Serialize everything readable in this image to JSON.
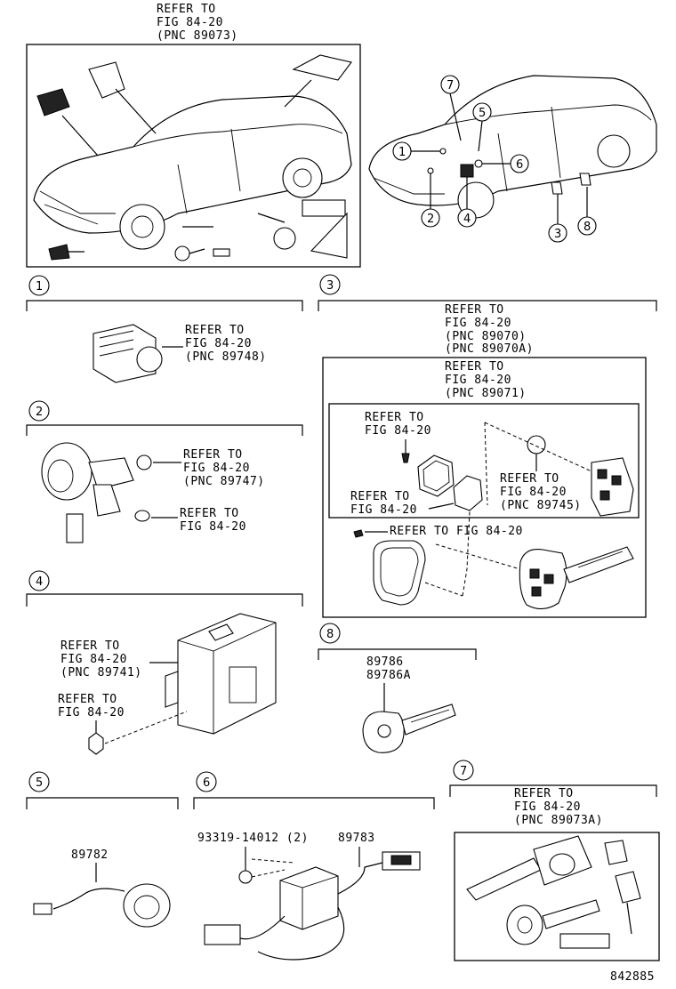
{
  "diagram_number": "842885",
  "overview_refer": [
    "REFER TO",
    "FIG 84-20",
    " (PNC 89073)"
  ],
  "callouts": [
    "1",
    "2",
    "3",
    "4",
    "5",
    "6",
    "7",
    "8"
  ],
  "section_1": {
    "number": "1",
    "refer": [
      "REFER TO",
      "FIG 84-20",
      " (PNC 89748)"
    ]
  },
  "section_2": {
    "number": "2",
    "refer_a": [
      "REFER TO",
      "FIG 84-20",
      " (PNC 89747)"
    ],
    "refer_b": [
      "REFER TO",
      "FIG 84-20"
    ]
  },
  "section_3": {
    "number": "3",
    "refer_outer": [
      "REFER TO",
      "FIG 84-20",
      " (PNC 89070)",
      " (PNC 89070A)"
    ],
    "refer_inner": [
      "REFER TO",
      "FIG 84-20",
      " (PNC 89071)"
    ],
    "refer_screw": [
      "REFER TO",
      "FIG 84-20"
    ],
    "refer_battery": [
      "REFER TO",
      "FIG 84-20",
      " (PNC 89745)"
    ],
    "refer_case": [
      "REFER TO",
      "FIG 84-20"
    ],
    "refer_bottom": "REFER TO FIG 84-20"
  },
  "section_4": {
    "number": "4",
    "refer_a": [
      "REFER TO",
      "FIG 84-20",
      " (PNC 89741)"
    ],
    "refer_b": [
      "REFER TO",
      "FIG 84-20"
    ]
  },
  "section_5": {
    "number": "5",
    "part": "89782"
  },
  "section_6": {
    "number": "6",
    "part_a": "93319-14012 (2)",
    "part_b": "89783"
  },
  "section_7": {
    "number": "7",
    "refer": [
      "REFER TO",
      "FIG 84-20",
      " (PNC 89073A)"
    ]
  },
  "section_8": {
    "number": "8",
    "parts": [
      "89786",
      "89786A"
    ]
  }
}
